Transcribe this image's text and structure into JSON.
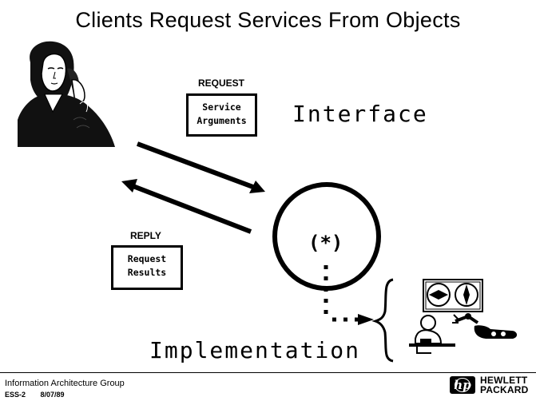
{
  "slide": {
    "title": "Clients Request Services From Objects"
  },
  "request": {
    "heading": "REQUEST",
    "line1": "Service",
    "line2": "Arguments"
  },
  "reply": {
    "heading": "REPLY",
    "line1": "Request",
    "line2": "Results"
  },
  "labels": {
    "interface": "Interface",
    "implementation": "Implementation",
    "object_symbol": "(*)"
  },
  "footer": {
    "group": "Information Architecture Group",
    "code": "ESS-2",
    "date": "8/07/89",
    "brand_mark": "hp",
    "brand_line1": "HEWLETT",
    "brand_line2": "PACKARD"
  },
  "icons": [
    "client-person-on-phone-icon",
    "tape-reels-icon",
    "operator-at-terminal-icon",
    "robot-arm-icon"
  ]
}
